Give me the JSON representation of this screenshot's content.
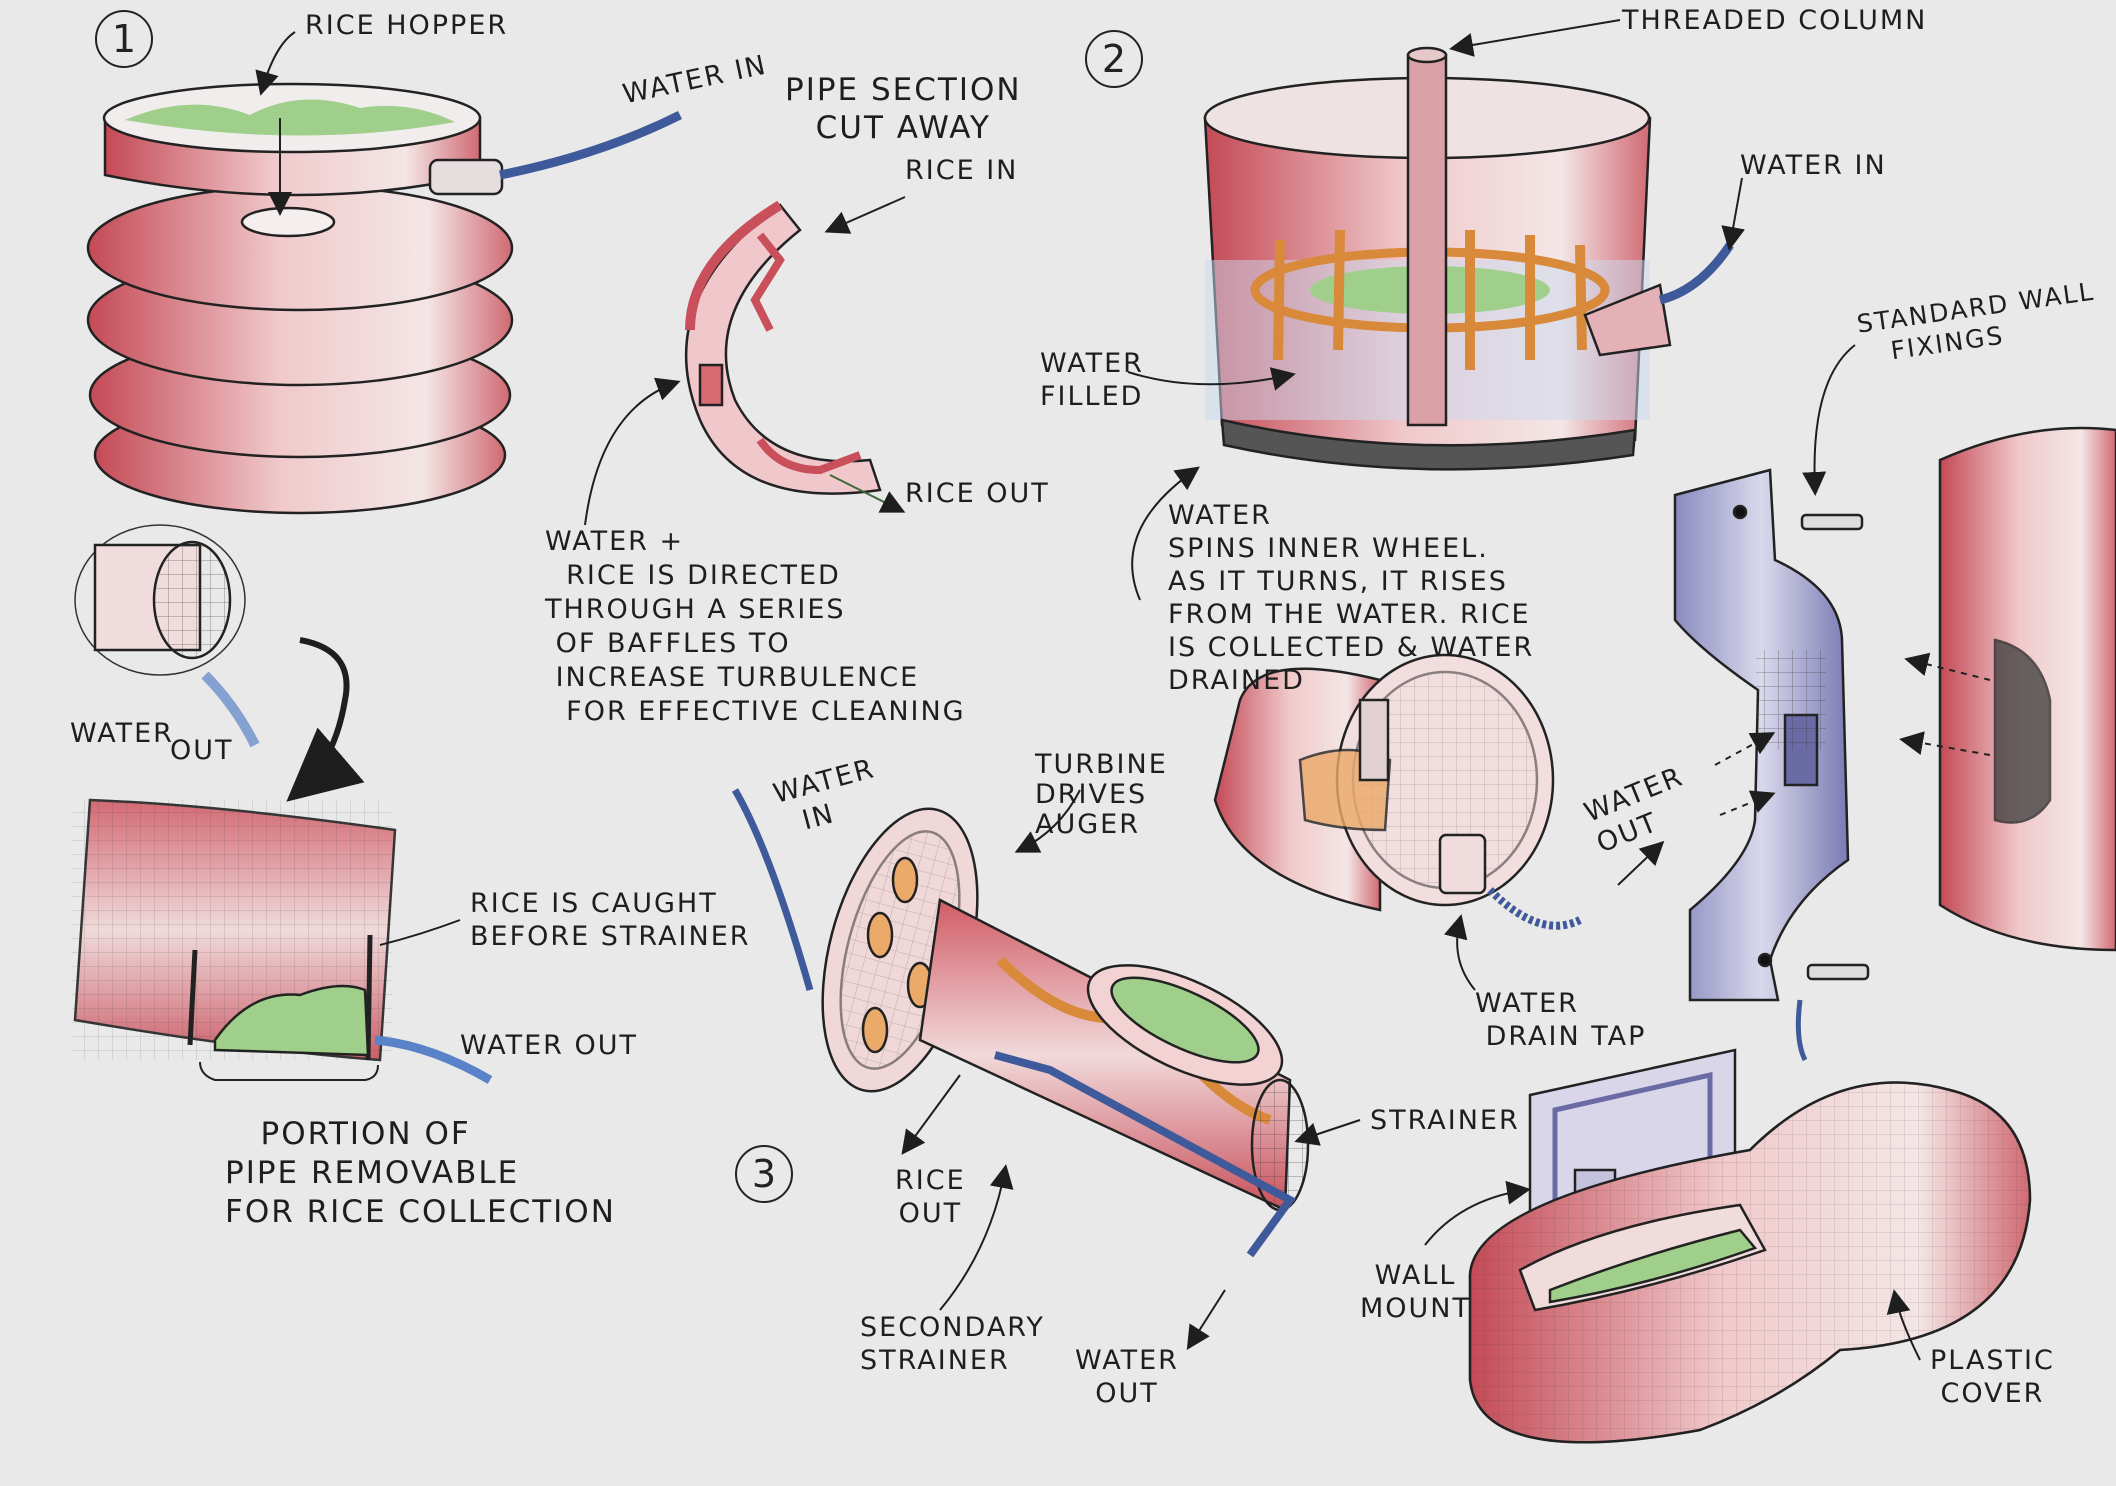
{
  "sections": {
    "s1": "1",
    "s2": "2",
    "s3": "3"
  },
  "labels": {
    "rice_hopper": "RICE HOPPER",
    "water_in_1": "WATER IN",
    "water_out_1a": "WATER",
    "water_out_1b": "OUT",
    "pipe_section_title": "PIPE SECTION\nCUT AWAY",
    "rice_in": "RICE IN",
    "rice_out": "RICE OUT",
    "baffles_note": "WATER +\n  RICE IS DIRECTED\nTHROUGH A SERIES\n OF BAFFLES TO\n INCREASE TURBULENCE\n  FOR EFFECTIVE CLEANING",
    "rice_caught": "RICE IS CAUGHT\nBEFORE STRAINER",
    "water_out_2": "WATER OUT",
    "removable_note": "   PORTION OF\nPIPE REMOVABLE\nFOR RICE COLLECTION",
    "threaded_column": "THREADED COLUMN",
    "water_in_2": "WATER IN",
    "water_filled": "WATER\nFILLED",
    "wheel_note": "WATER\nSPINS INNER WHEEL.\nAS IT TURNS, IT RISES\nFROM THE WATER. RICE\nIS COLLECTED & WATER\nDRAINED",
    "water_out_3": "WATER\nOUT",
    "water_drain_tap": "WATER\n DRAIN TAP",
    "standard_wall_fixings": "STANDARD WALL\n   FIXINGS",
    "water_in_3": "WATER\n  IN",
    "turbine_drives_auger": "TURBINE\nDRIVES\nAUGER",
    "strainer": "STRAINER",
    "rice_out_2": "RICE\nOUT",
    "secondary_strainer": "SECONDARY\nSTRAINER",
    "water_out_4": "WATER\nOUT",
    "wall_mount": "WALL\nMOUNT",
    "plastic_cover": "PLASTIC\nCOVER"
  },
  "colors": {
    "paper": "#e9e9e9",
    "ink": "#1e1e1e",
    "pencil_red": "#c9505a",
    "pencil_blue": "#3f5a9a",
    "pencil_green": "#7fb56a",
    "pencil_orange": "#d88a3a",
    "pencil_purple": "#6a6aa4"
  }
}
